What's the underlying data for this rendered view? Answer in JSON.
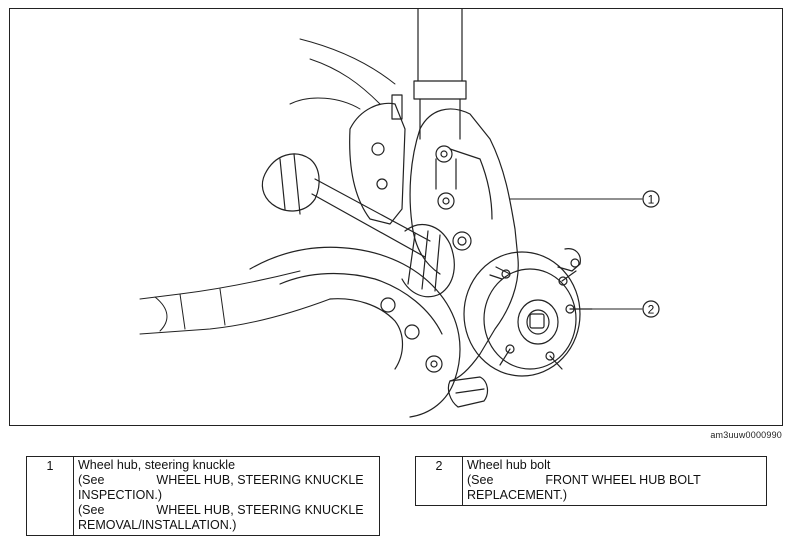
{
  "figure": {
    "callouts": [
      "1",
      "2"
    ],
    "figure_code": "am3uuw0000990"
  },
  "parts_left": {
    "number": "1",
    "name": "Wheel hub, steering knuckle",
    "ref1_prefix": "(See",
    "ref1_text_a": "WHEEL HUB, STEERING KNUCKLE",
    "ref1_text_b": "INSPECTION.)",
    "ref2_prefix": "(See",
    "ref2_text_a": "WHEEL HUB, STEERING KNUCKLE",
    "ref2_text_b": "REMOVAL/INSTALLATION.)"
  },
  "parts_right": {
    "number": "2",
    "name": "Wheel hub bolt",
    "ref1_prefix": "(See",
    "ref1_text_a": "FRONT WHEEL HUB BOLT",
    "ref1_text_b": "REPLACEMENT.)"
  }
}
